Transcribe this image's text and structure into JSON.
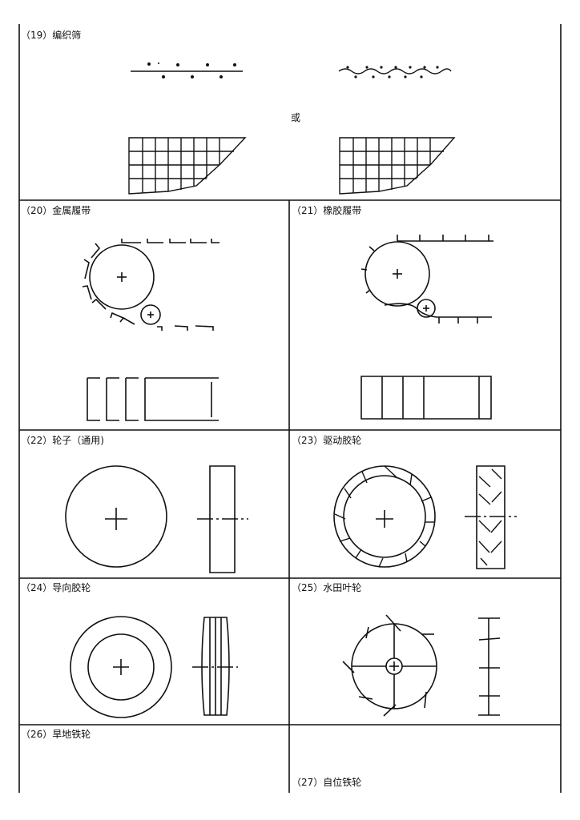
{
  "items": [
    {
      "label": "（19）编织筛",
      "alt_word": "或"
    },
    {
      "label": "（20）金属履带"
    },
    {
      "label": "（21）橡胶履带"
    },
    {
      "label": "（22）轮子（通用)"
    },
    {
      "label": "（23）驱动胶轮"
    },
    {
      "label": "（24）导向胶轮"
    },
    {
      "label": "（25）水田叶轮"
    },
    {
      "label": "（26）旱地铁轮"
    },
    {
      "label": "（27）自位铁轮"
    }
  ]
}
